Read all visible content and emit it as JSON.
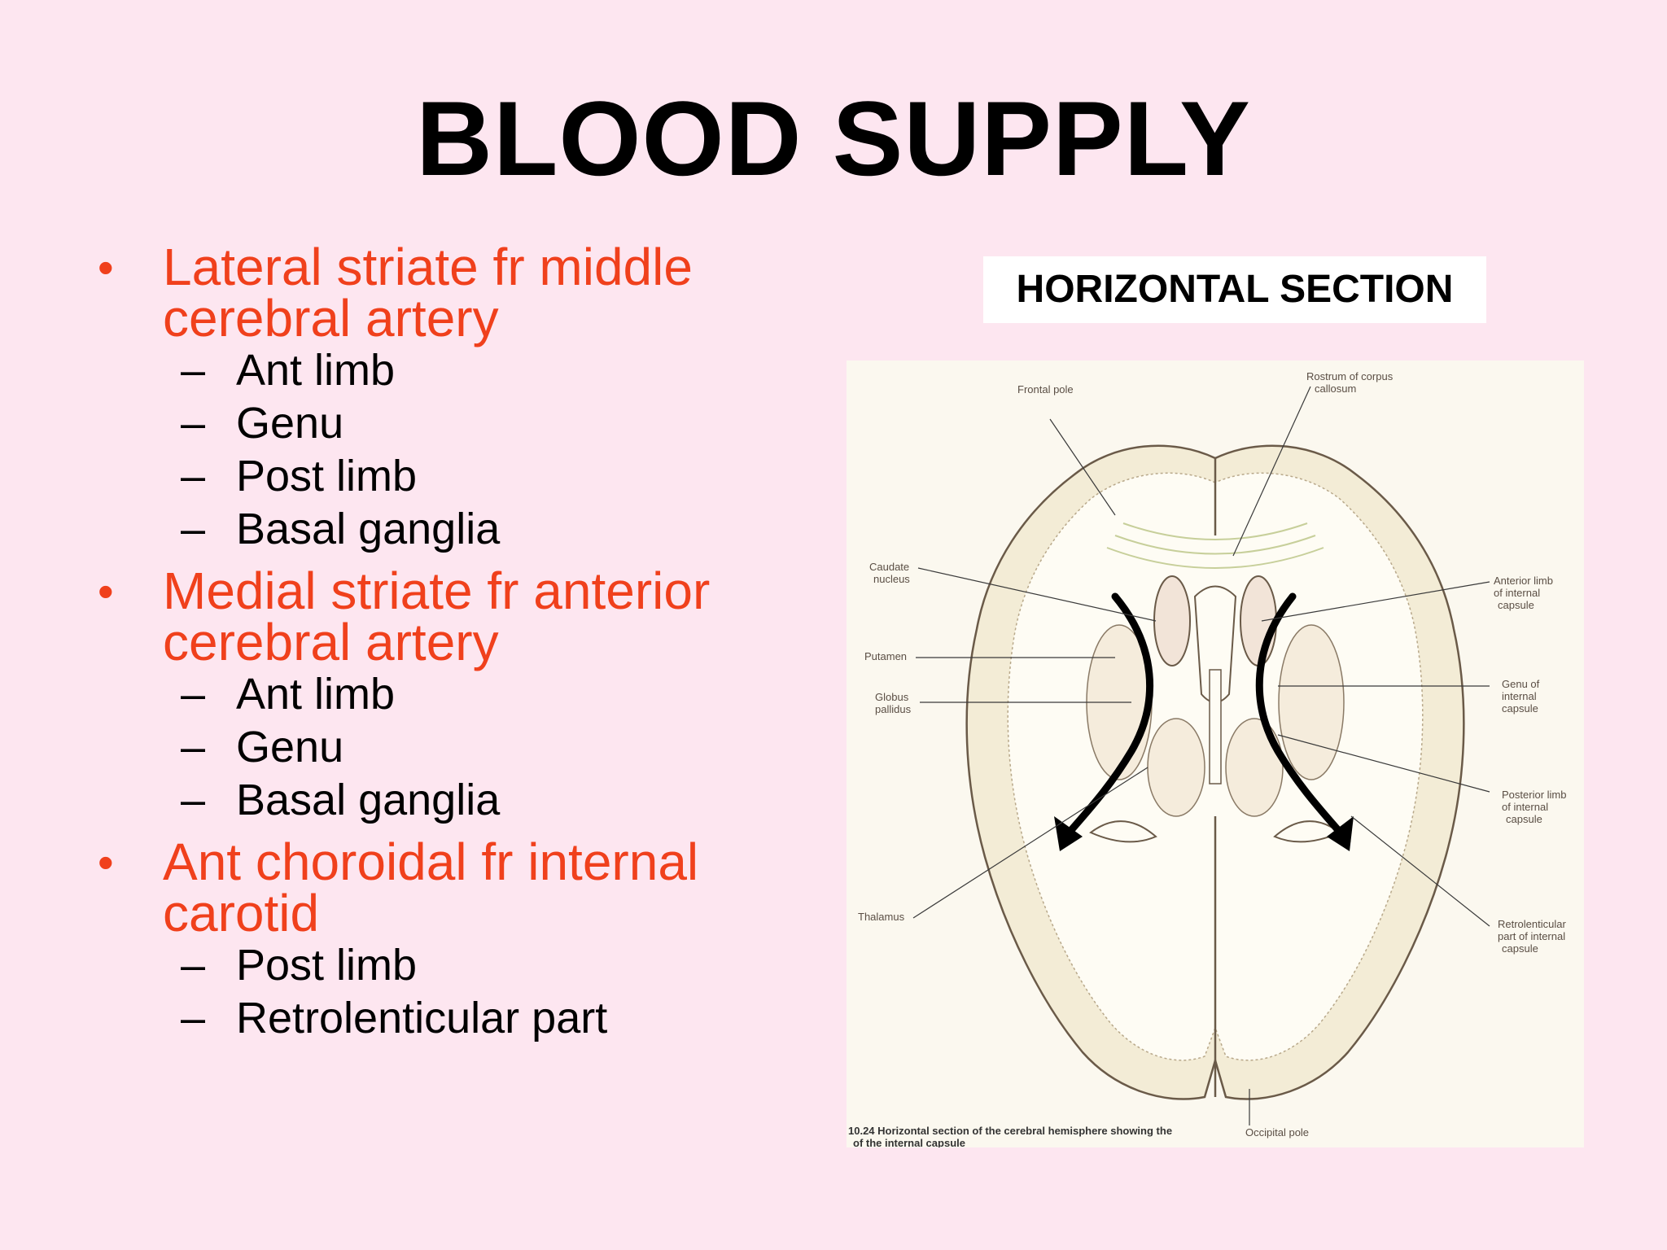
{
  "title": "BLOOD SUPPLY",
  "bullets": [
    {
      "lines": [
        "Lateral striate fr middle",
        "cerebral artery"
      ],
      "sub": [
        "Ant limb",
        "Genu",
        "Post limb",
        "Basal ganglia"
      ]
    },
    {
      "lines": [
        "Medial striate fr anterior",
        "cerebral artery"
      ],
      "sub": [
        "Ant limb",
        "Genu",
        "Basal ganglia"
      ]
    },
    {
      "lines": [
        "Ant choroidal fr internal",
        "carotid"
      ],
      "sub": [
        "Post limb",
        "Retrolenticular part"
      ]
    }
  ],
  "figure": {
    "header": "HORIZONTAL SECTION",
    "labels": {
      "frontal_pole": "Frontal pole",
      "rostrum_1": "Rostrum of corpus",
      "rostrum_2": "callosum",
      "caudate_1": "Caudate",
      "caudate_2": "nucleus",
      "putamen": "Putamen",
      "globus_1": "Globus",
      "globus_2": "pallidus",
      "thalamus": "Thalamus",
      "ant_limb_1": "Anterior limb",
      "ant_limb_2": "of internal",
      "ant_limb_3": "capsule",
      "genu_1": "Genu of",
      "genu_2": "internal",
      "genu_3": "capsule",
      "post_limb_1": "Posterior limb",
      "post_limb_2": "of internal",
      "post_limb_3": "capsule",
      "retro_1": "Retrolenticular",
      "retro_2": "part of internal",
      "retro_3": "capsule",
      "occipital": "Occipital pole",
      "caption_1": "10.24 Horizontal section of the cerebral hemisphere showing the",
      "caption_2": "of the internal capsule"
    }
  },
  "colors": {
    "background": "#fde6f0",
    "bullet_text": "#f0401c",
    "sub_text": "#000000",
    "figure_bg": "#fbf8ef"
  }
}
